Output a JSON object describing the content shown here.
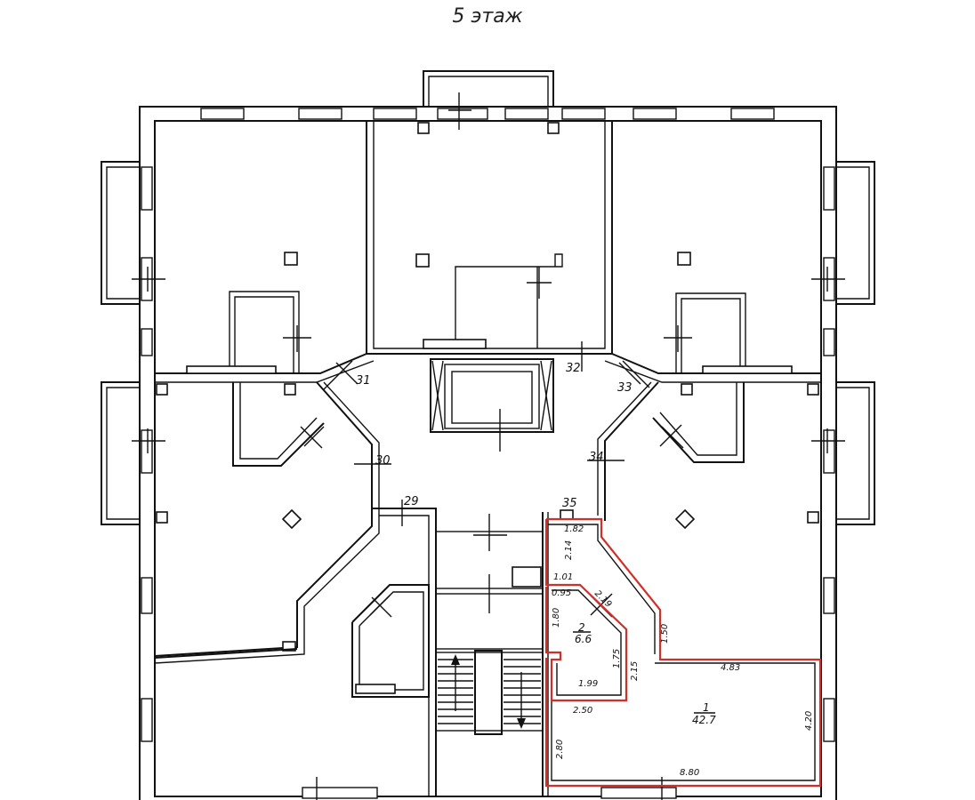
{
  "floor_title": "5 этаж",
  "door_numbers": [
    "29",
    "30",
    "31",
    "32",
    "33",
    "34",
    "35"
  ],
  "rooms": [
    {
      "number": "1",
      "area": "42.7"
    },
    {
      "number": "2",
      "area": "6.6"
    }
  ],
  "dimensions": [
    "1.82",
    "2.14",
    "1.01",
    "0.95",
    "2.19",
    "1.80",
    "1.75",
    "2.15",
    "1.50",
    "4.83",
    "1.99",
    "2.50",
    "2.80",
    "8.80",
    "4.20"
  ],
  "colors": {
    "lines": "#111111",
    "highlight": "#d0302a",
    "background": "#ffffff"
  }
}
